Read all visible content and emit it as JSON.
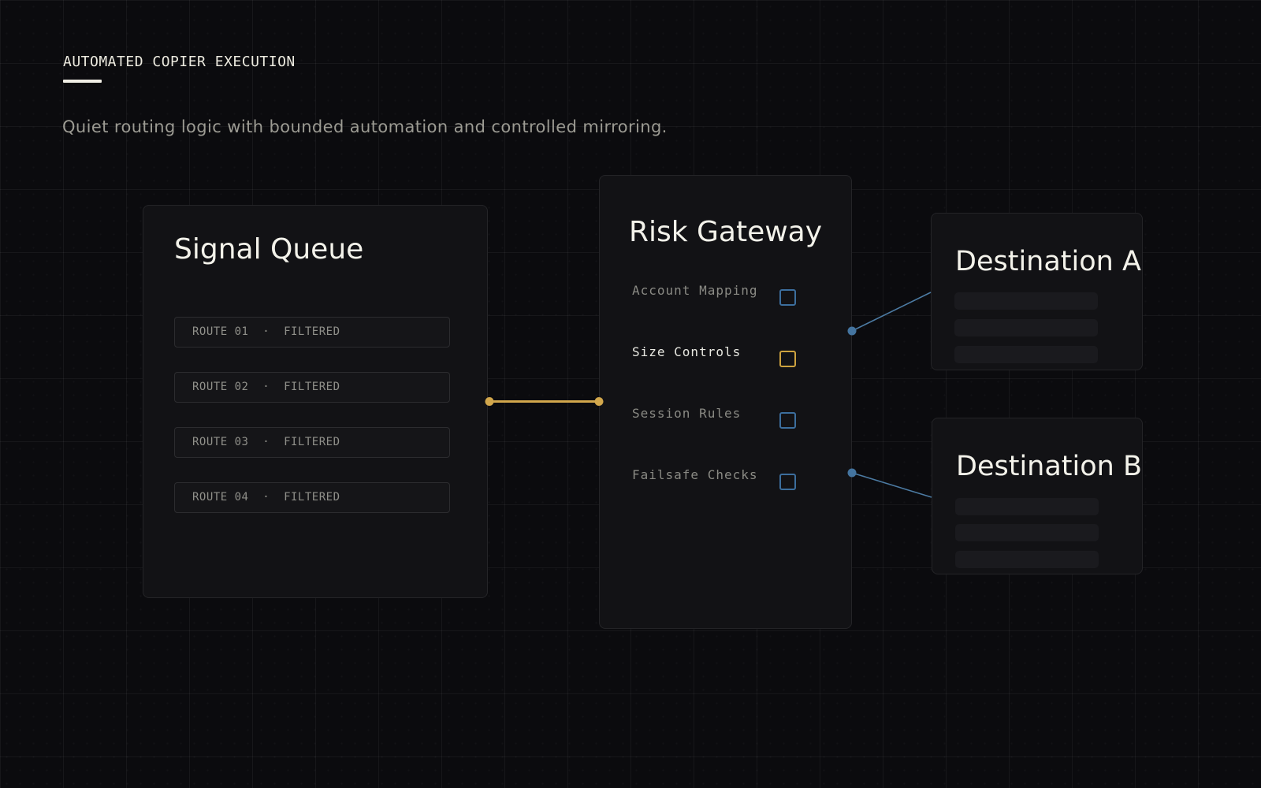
{
  "header": {
    "title": "AUTOMATED COPIER EXECUTION",
    "subtitle": "Quiet routing logic with bounded automation and controlled mirroring."
  },
  "signal_queue": {
    "title": "Signal Queue",
    "routes": [
      {
        "label": "ROUTE 01  ·  FILTERED"
      },
      {
        "label": "ROUTE 02  ·  FILTERED"
      },
      {
        "label": "ROUTE 03  ·  FILTERED"
      },
      {
        "label": "ROUTE 04  ·  FILTERED"
      }
    ]
  },
  "risk_gateway": {
    "title": "Risk Gateway",
    "checks": [
      {
        "label": "Account Mapping",
        "accent": "blue",
        "emphasis": false,
        "checked": false
      },
      {
        "label": "Size Controls",
        "accent": "gold",
        "emphasis": true,
        "checked": false
      },
      {
        "label": "Session Rules",
        "accent": "blue",
        "emphasis": false,
        "checked": false
      },
      {
        "label": "Failsafe Checks",
        "accent": "blue",
        "emphasis": false,
        "checked": false
      }
    ]
  },
  "destinations": [
    {
      "title": "Destination A",
      "placeholder_lines": 3
    },
    {
      "title": "Destination B",
      "placeholder_lines": 3
    }
  ],
  "colors": {
    "background": "#0b0b0e",
    "panel": "#121215",
    "accent_gold": "#d2a74c",
    "accent_blue": "#4c7ba3",
    "checkbox_blue": "#3c6e9d",
    "checkbox_gold": "#cda23f",
    "title_text": "#f3f2ea",
    "muted_text": "#8a8a84"
  }
}
